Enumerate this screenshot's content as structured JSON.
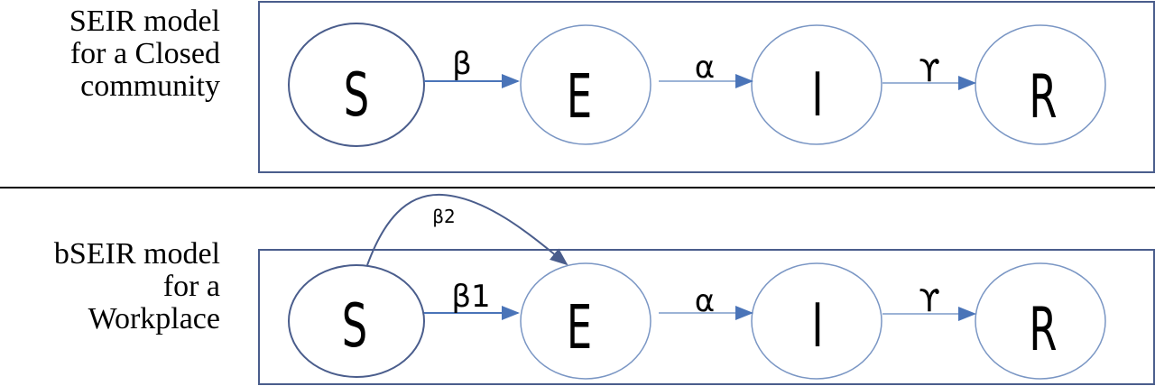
{
  "panels": [
    {
      "label_lines": [
        "SEIR model",
        "for a Closed",
        "community"
      ],
      "nodes": [
        "S",
        "E",
        "I",
        "R"
      ],
      "rates": [
        "β",
        "α",
        "ϒ"
      ]
    },
    {
      "label_lines": [
        "bSEIR model",
        "for a",
        "Workplace"
      ],
      "nodes": [
        "S",
        "E",
        "I",
        "R"
      ],
      "rates": [
        "β1",
        "α",
        "ϒ"
      ],
      "extra_rate": "β2"
    }
  ],
  "colors": {
    "border": "#4a5d8c",
    "arrow": "#4a74b8",
    "ink": "#000000"
  }
}
